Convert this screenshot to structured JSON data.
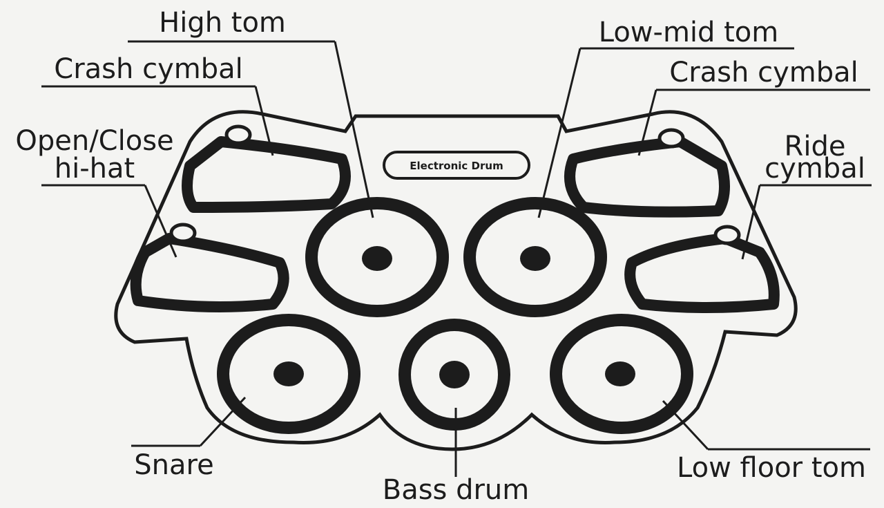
{
  "badge": "Electronic Drum",
  "labels": {
    "high_tom": "High tom",
    "low_mid_tom": "Low-mid tom",
    "crash_left": "Crash cymbal",
    "crash_right": "Crash cymbal",
    "hihat_line1": "Open/Close",
    "hihat_line2": "hi-hat",
    "ride_line1": "Ride",
    "ride_line2": "cymbal",
    "snare": "Snare",
    "bass_drum": "Bass drum",
    "low_floor_tom": "Low floor tom"
  },
  "colors": {
    "ink": "#1c1c1c",
    "background": "#f4f4f2",
    "pad_fill": "#f4f4f2"
  }
}
